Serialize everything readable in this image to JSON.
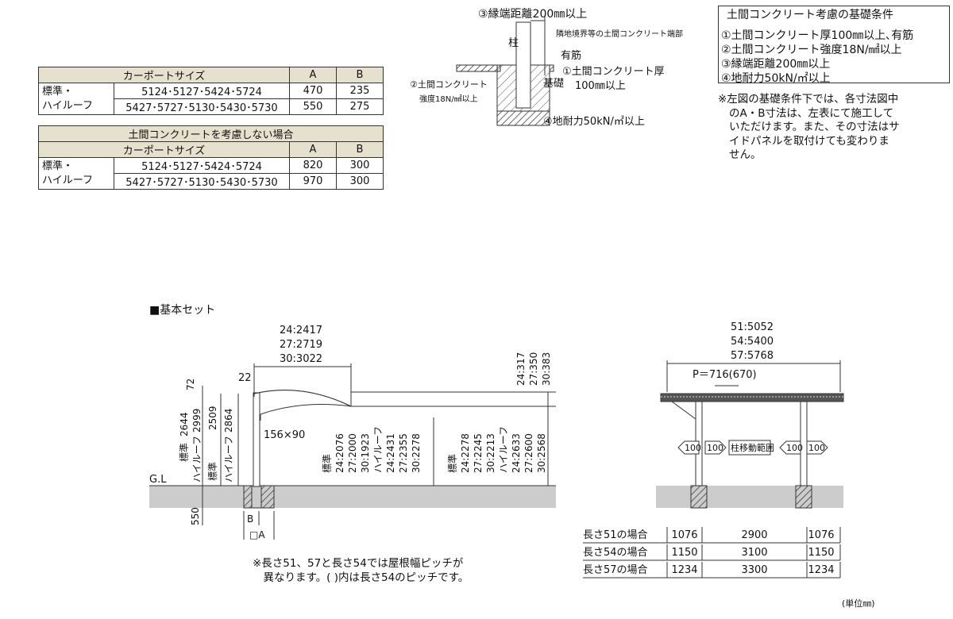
{
  "table1": {
    "header": {
      "size": "カーポートサイズ",
      "a": "A",
      "b": "B"
    },
    "row_label": [
      "標準・",
      "ハイルーフ"
    ],
    "rows": [
      {
        "sizes": "5124･5127･5424･5724",
        "a": "470",
        "b": "235"
      },
      {
        "sizes": "5427･5727･5130･5430･5730",
        "a": "550",
        "b": "275"
      }
    ]
  },
  "table2": {
    "title": "土間コンクリートを考慮しない場合",
    "header": {
      "size": "カーポートサイズ",
      "a": "A",
      "b": "B"
    },
    "row_label": [
      "標準・",
      "ハイルーフ"
    ],
    "rows": [
      {
        "sizes": "5124･5127･5424･5724",
        "a": "820",
        "b": "300"
      },
      {
        "sizes": "5427･5727･5130･5430･5730",
        "a": "970",
        "b": "300"
      }
    ]
  },
  "foundation": {
    "edge_distance": "③縁端距離200㎜以上",
    "pillar": "柱",
    "boundary": "隣地境界等の土間コンクリート端部",
    "rebar": "有筋",
    "thickness_1": "①土間コンクリート厚",
    "thickness_2": "100㎜以上",
    "base": "基礎",
    "strength_1": "②土間コンクリート",
    "strength_2": "強度18N/㎟以上",
    "bearing": "④地耐力50kN/㎡以上"
  },
  "conditions": {
    "title": "土間コンクリート考慮の基礎条件",
    "items": [
      "①土間コンクリート厚100㎜以上､有筋",
      "②土間コンクリート強度18N/㎟以上",
      "③縁端距離200㎜以上",
      "④地耐力50kN/㎡以上"
    ]
  },
  "note_right": [
    "※左図の基礎条件下では、各寸法図中",
    "のA・B寸法は、左表にて施工して",
    "いただけます。また、その寸法はサ",
    "イドパネルを取付けても変わりま",
    "せん。"
  ],
  "section_title": "■基本セット",
  "side": {
    "width_labels": [
      "24:2417",
      "27:2719",
      "30:3022"
    ],
    "offset_22": "22",
    "top_72": "72",
    "right_heights": [
      "24:317",
      "27:350",
      "30:383"
    ],
    "post_size": "156×90",
    "gl": "G.L",
    "dim_550": "550",
    "b_label": "B",
    "a_label": "□A",
    "total_h_std": "2644",
    "total_h_std_lbl": "標準",
    "total_h_high": "ハイルーフ 2999",
    "eave_h_std": "2509",
    "eave_h_std_lbl": "標準",
    "eave_h_high": "ハイルーフ 2864",
    "clear_center": [
      "標準",
      "24:2076",
      "27:2000",
      "30:1923",
      "ハイルーフ",
      "24:2431",
      "27:2355",
      "30:2278"
    ],
    "clear_right": [
      "標準",
      "24:2278",
      "27:2245",
      "30:2213",
      "ハイルーフ",
      "24:2633",
      "27:2600",
      "30:2568"
    ]
  },
  "front": {
    "length_labels": [
      "51:5052",
      "54:5400",
      "57:5768"
    ],
    "pitch": "P＝716(670)",
    "dim_100": "100",
    "move_range": "柱移動範囲",
    "rows": [
      {
        "label": "長さ51の場合",
        "left": "1076",
        "mid": "2900",
        "right": "1076"
      },
      {
        "label": "長さ54の場合",
        "left": "1150",
        "mid": "3100",
        "right": "1150"
      },
      {
        "label": "長さ57の場合",
        "left": "1234",
        "mid": "3300",
        "right": "1234"
      }
    ],
    "unit": "(単位㎜)"
  },
  "note_bottom": [
    "※長さ51、57と長さ54では屋根幅ピッチが",
    "　異なります。( )内は長さ54のピッチです。"
  ]
}
